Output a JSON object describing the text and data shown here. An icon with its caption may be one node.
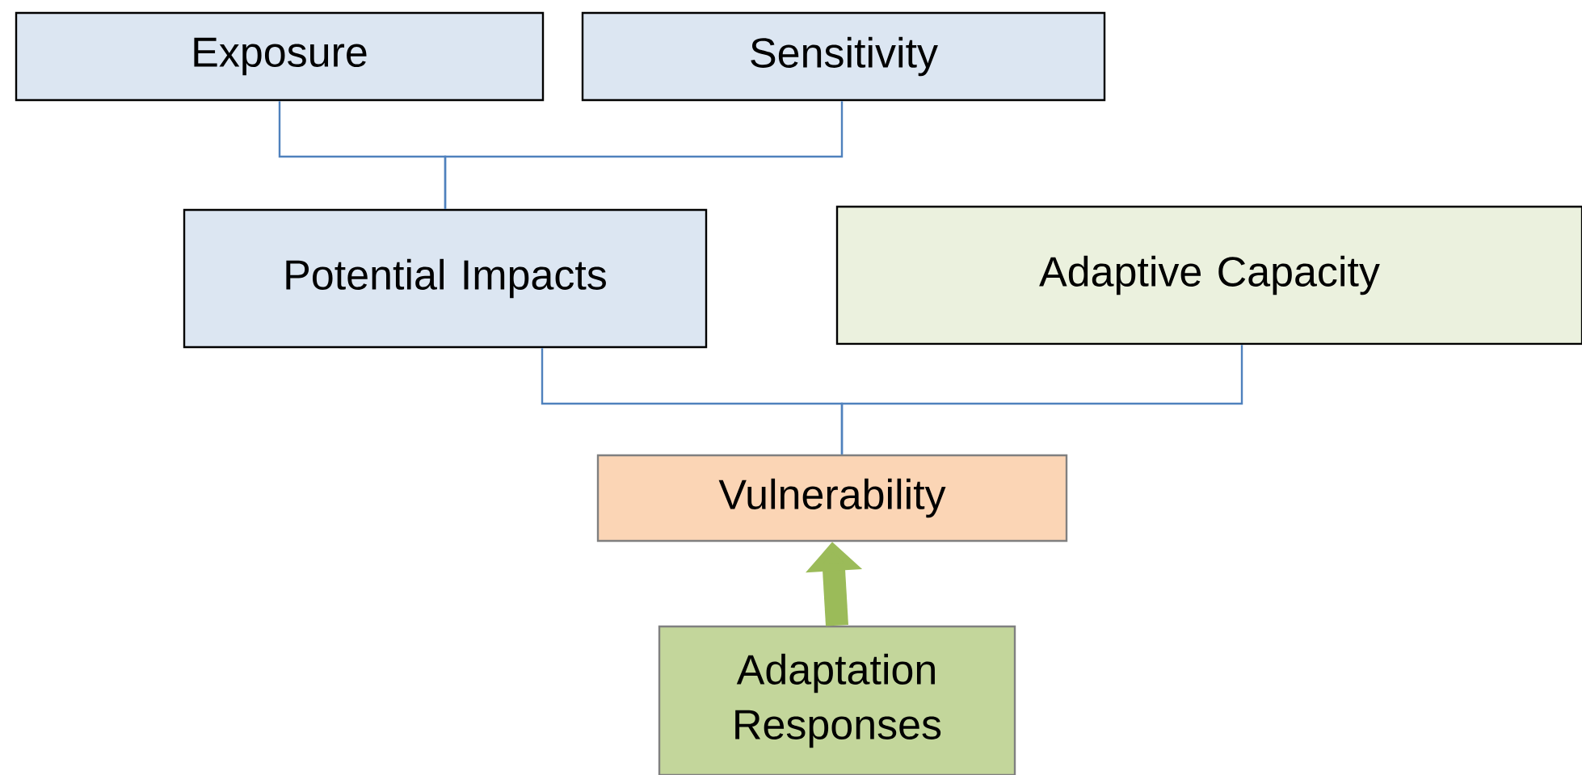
{
  "diagram": {
    "nodes": [
      {
        "text": [
          "Exposure"
        ]
      },
      {
        "text": [
          "Sensitivity"
        ]
      },
      {
        "text": [
          "Potential Impacts"
        ]
      },
      {
        "text": [
          "Adaptive Capacity"
        ]
      },
      {
        "text": [
          "Vulnerability"
        ]
      },
      {
        "text": [
          "Adaptation Responses"
        ]
      }
    ],
    "edges": [
      {
        "from": 0,
        "to": 2,
        "arrow": "none"
      },
      {
        "from": 1,
        "to": 2,
        "arrow": "none"
      },
      {
        "from": 2,
        "to": 4,
        "arrow": "none"
      },
      {
        "from": 3,
        "to": 4,
        "arrow": "none"
      },
      {
        "from": 5,
        "to": 4,
        "arrow": "to",
        "style": "thick",
        "color": "#9bbb59"
      }
    ]
  }
}
